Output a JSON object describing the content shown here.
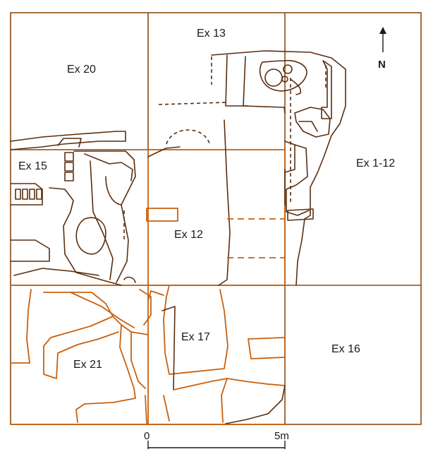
{
  "excavation_labels": {
    "ex20": "Ex 20",
    "ex13": "Ex 13",
    "ex15": "Ex 15",
    "ex1_12": "Ex 1-12",
    "ex12": "Ex 12",
    "ex17": "Ex 17",
    "ex16": "Ex 16",
    "ex21": "Ex 21"
  },
  "north_label": "N",
  "scale": {
    "start": "0",
    "end": "5m"
  },
  "colors": {
    "old_trench": "#5a2e10",
    "new_trench": "#c9600e",
    "grid": "#8a4a14"
  }
}
